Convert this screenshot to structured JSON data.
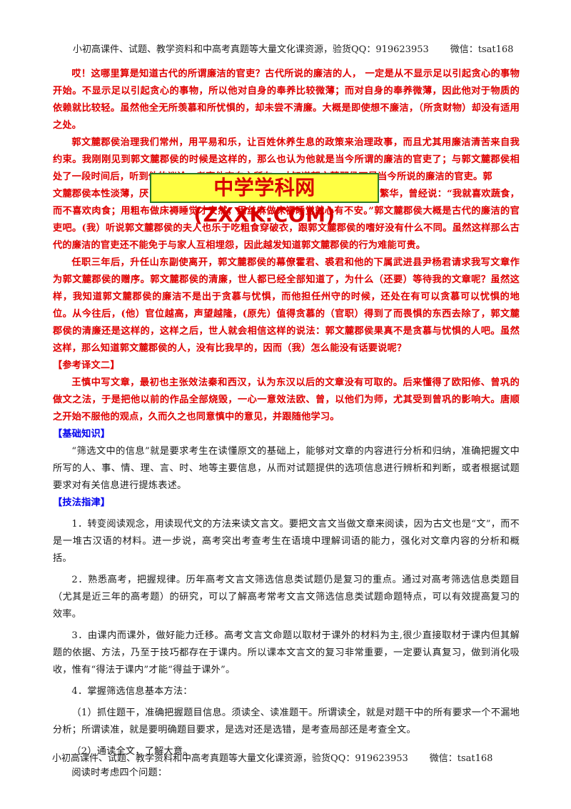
{
  "header": {
    "text": "小初高课件、试题、教学资料和中高考真题等大量文化课资源，验货QQ：919623953",
    "wechat": "微信：tsat168"
  },
  "watermark": {
    "text": "中学学科网(ZXXK.COM)"
  },
  "translation1": {
    "p1": "哎！这哪里算是知道古代的所谓廉洁的官吏？古代所说的廉洁的人， 一定是从不显示足以引起贪心的事物开始。不显示足以引起贪心的事物，所以他对自身的奉养比较微薄；而对自身的奉养微薄，因此他对于物质的依赖就比较轻。虽然他全无所羡慕和所忧惧的，却未尝不清廉。大概是即使想不廉洁，（所贪财物）却没有适用之处。",
    "p2": "郭文麓郡侯治理我们常州，用平易和乐，让百姓休养生息的政策来治理政事，而且尤其用廉洁清苦来自我约束。我刚刚见到郭文麓郡侯的时候是这样的，那么也认为他就是当今所谓的廉洁的官吏了；与郭文麓郡侯相处了一段时间后，听到他的议论，考察他志向之所在，才知道郭文麓郡侯不是当今所说的廉洁的官吏。郭",
    "p3a": "文麓郡侯本性淡薄，厌",
    "p3b": "憎繁华，曾经说：“我就喜欢蔬食，而不喜欢肉食；用粗布做床褥睡觉才安然，用丝麻做床褥睡觉就心有不安。”郭文麓郡侯大概是古代的廉洁的官吏吧。(我）听说郭文麓郡侯的夫人也乐于吃粗食穿破衣，跟郭文麓郡侯的嗜好没有什么不同。虽然这样那么古代的廉洁的官吏还不能免于与家人互相埋怨，因此越发知道郭文麓郡侯的行为难能可贵。",
    "p4": "任职三年后，升任山东副使离开，郭文麓郡侯的幕僚霍君、裘君和他的下属武进县尹杨君请求我写文章作为郭文麓郡侯的赠序。郭文麓郡侯的清廉，世人都已经全部知道了，为什么（还要）等待我的文章呢？虽然这样，我知道郭文麓郡侯的廉洁不是出于贪慕与忧惧，而他担任州守的时候，还处在有可以贪慕可以忧惧的地位。从今往后，(他）官位越高，声望越隆，(原先）值得贪慕的（官职）得到了而畏惧的东西去除了，郭文麓郡侯的清廉还是这样的，这样之后，世人就会相信这样的说法：郭文麓郡侯果真不是贪慕与忧惧的人吧。虽然这样，那么知道郭文麓郡侯的人，没有比我早的，因而（我）怎么能没有话要说呢？"
  },
  "translation2": {
    "heading": "【参考译文二】",
    "p1": "王慎中写文章，最初也主张效法秦和西汉，认为东汉以后的文章没有可取的。后来懂得了欧阳修、曾巩的做文之法，于是把他以前的作品全部烧毁，一心一意效法欧、曾，以他们为师，尤其受到曾巩的影响大。唐顺之开始不服他的观点，久而久之也同意慎中的意见，并跟随他学习。"
  },
  "basics": {
    "heading": "【基础知识】",
    "p1": "“筛选文中的信息”就是要求考生在读懂原文的基础上，能够对文章的内容进行分析和归纳，准确把握文中所写的人、事、情、理、言、时、地等主要信息，从而对试题提供的选项信息进行辨析和判断，或者根据试题要求对有关信息进行提炼表述。"
  },
  "methods": {
    "heading": "【技法指津】",
    "items": [
      "1．转变阅读观念，用读现代文的方法来读文言文。要把文言文当做文章来阅读，因为古文也是“文”，而不是一堆古汉语的材料。进一步说，高考突出考查考生在语境中理解词语的能力，强化对文章内容的分析和概括。",
      "2．熟悉高考，把握规律。历年高考文言文筛选信息类试题仍是复习的重点。通过对高考筛选信息类题目（尤其是近三年的高考题）的研究，可以了解高考常考文言文筛选信息类试题命题特点，可以有效提高复习的效率。",
      "3．由课内而课外，做好能力迁移。高考文言文命题以取材于课外的材料为主,很少直接取材于课内但其解题的依据、方法，乃至于技巧都存在于课内。所以课本文言文的复习非常重要，一定要认真复习，做到消化吸收，惟有“得法于课内”才能“得益于课外”。",
      "4．掌握筛选信息基本方法：",
      "（1）抓住题干，准确把握题目信息。须读全、读准题干。所谓读全，就是对题干中的所有要求一个不漏地分析；所谓读准，就是要明确题目要求，是选对还是选错，是考查局部还是考查全文。",
      "（2）通读全文，了解大意。",
      "阅读时考虑四个问题："
    ]
  },
  "footer": {
    "text": "小初高课件、试题、教学资料和中高考真题等大量文化课资源，验货QQ：919623953",
    "wechat": "微信：tsat168"
  }
}
